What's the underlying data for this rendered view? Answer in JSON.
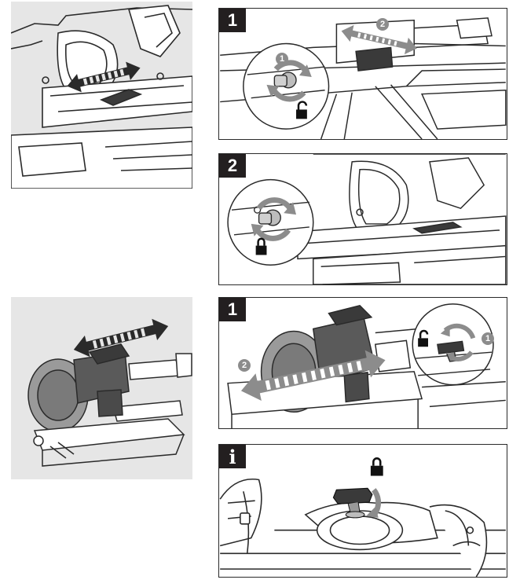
{
  "steps": {
    "step_1_top": "1",
    "step_2": "2",
    "step_1_lower": "1",
    "info": "i"
  },
  "callouts": {
    "top_unlock_circle": "1",
    "top_slide_arrow": "2",
    "lower_unlock_circle": "1",
    "lower_slide_arrow": "2"
  },
  "icons": {
    "unlock": "unlock-icon",
    "lock": "lock-icon",
    "rotate_arrow": "rotate-arrow-icon",
    "double_arrow": "double-arrow-icon"
  },
  "colors": {
    "badge": "#231f20",
    "callout": "#8c8c8c",
    "panel_grey": "#e6e6e6",
    "line": "#2a2a2a"
  }
}
